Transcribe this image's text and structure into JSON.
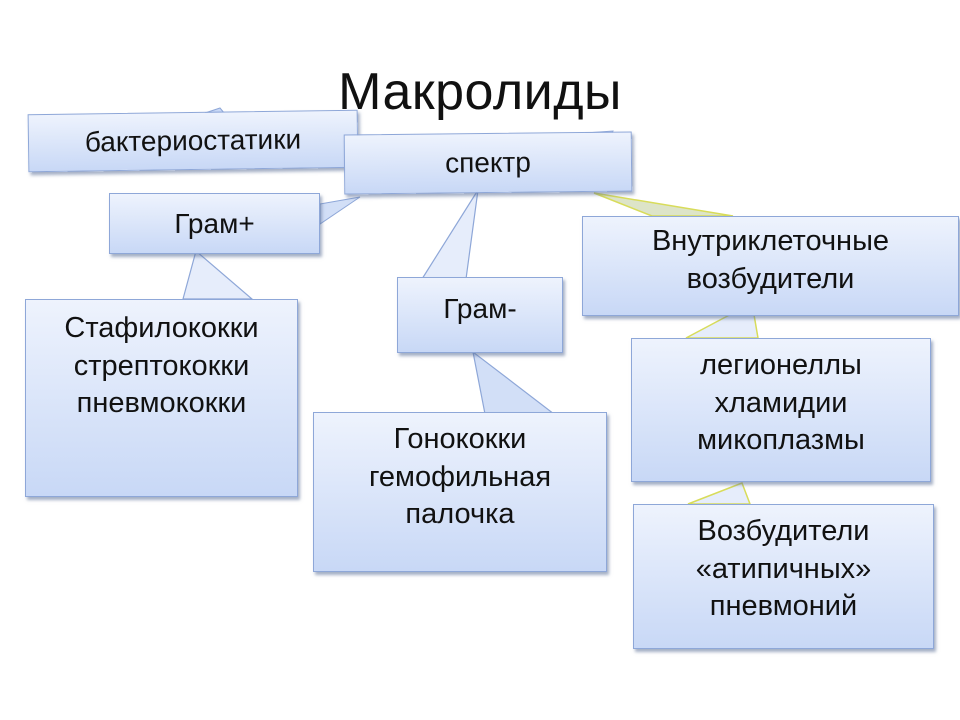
{
  "title": "Макролиды",
  "boxes": {
    "bakteriostatiki": "бактериостатики",
    "spektr": "спектр",
    "gram_plus": "Грам+",
    "gram_minus": "Грам-",
    "vnutrikletochnye": {
      "line1": "Внутриклеточные",
      "line2": "возбудители"
    },
    "gram_plus_list": [
      "Стафилококки",
      "стрептококки",
      "пневмококки"
    ],
    "gram_minus_list": [
      "Гонококки",
      "гемофильная",
      "палочка"
    ],
    "intracellular_list": [
      "легионеллы",
      "хламидии",
      "микоплазмы"
    ],
    "atypical": [
      "Возбудители",
      "«атипичных»",
      "пневмоний"
    ]
  },
  "colors": {
    "box_fill_top": "#eef3fd",
    "box_fill_bottom": "#c8d8f6",
    "box_border": "#8ea7d8",
    "callout_yellow_fill": "#dde4c8",
    "callout_yellow_stroke": "#d8dc5a"
  }
}
